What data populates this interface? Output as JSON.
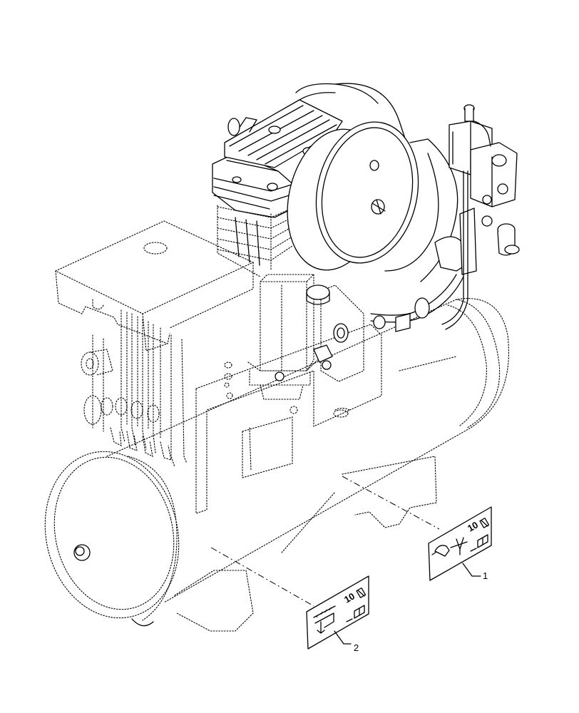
{
  "callouts": [
    {
      "number": "1",
      "part": "decal-compressor-oil-change"
    },
    {
      "number": "2",
      "part": "decal-tank-drain"
    }
  ],
  "decal_1": {
    "interval_text": "10",
    "icons": [
      "oil-can-icon",
      "drain-arrow-icon",
      "hourglass-icon",
      "manual-book-icon"
    ]
  },
  "decal_2": {
    "interval_text": "10",
    "icons": [
      "tank-drain-icon",
      "hourglass-icon",
      "manual-book-icon"
    ]
  },
  "colors": {
    "line": "#000000",
    "background": "#ffffff"
  }
}
